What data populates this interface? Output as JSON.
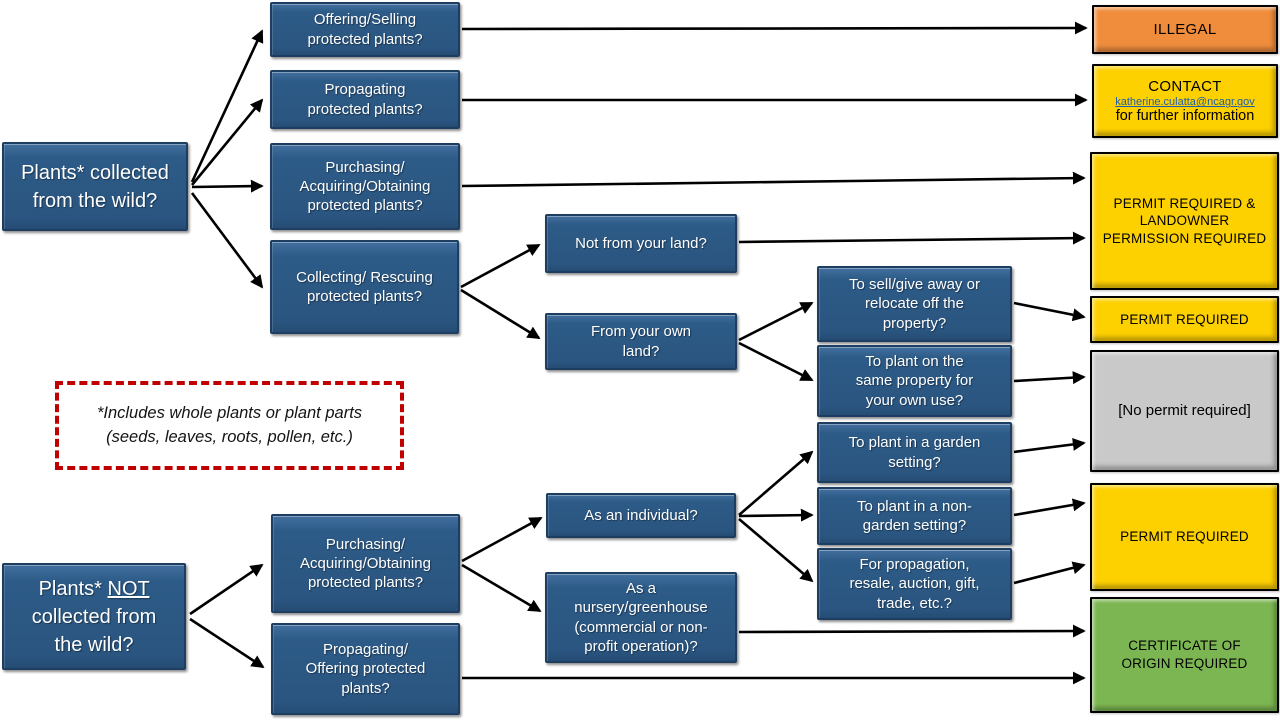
{
  "palette": {
    "node_blue": "#2d5b87",
    "node_blue_border": "#1d3e60",
    "illegal_orange": "#ef8d3c",
    "permit_yellow": "#fdd000",
    "no_permit_gray": "#c9c9c9",
    "certificate_green": "#7cb652",
    "note_red": "#c00000",
    "link_blue": "#1f5fa8",
    "arrow_black": "#000000"
  },
  "roots": {
    "collected": "Plants* collected from the wild?",
    "not_collected": {
      "prefix": "Plants*",
      "emph": "NOT",
      "suffix": "collected from the wild?"
    }
  },
  "note": {
    "line1": "*Includes whole plants or plant parts",
    "line2": "(seeds, leaves, roots, pollen, etc.)"
  },
  "questions": {
    "offering_selling": "Offering/Selling protected plants?",
    "propagating": "Propagating protected plants?",
    "purchasing_wild": "Purchasing/ Acquiring/Obtaining protected plants?",
    "collecting_rescuing": "Collecting/ Rescuing protected plants?",
    "not_from_your_land": "Not from your land?",
    "from_your_own_land": "From your own land?",
    "sell_give_away": "To sell/give away or relocate off the property?",
    "plant_same_property": "To plant on the same property for your own use?",
    "purchasing_not_wild": "Purchasing/ Acquiring/Obtaining protected plants?",
    "as_individual": "As an individual?",
    "as_nursery": "As a nursery/greenhouse (commercial or non-profit operation)?",
    "garden_setting": "To plant in a garden setting?",
    "non_garden_setting": "To plant in a non-garden setting?",
    "propagation_resale": "For propagation, resale, auction, gift, trade, etc.?",
    "propagating_offering": "Propagating/ Offering protected plants?"
  },
  "outcomes": {
    "illegal": "ILLEGAL",
    "contact": {
      "heading": "CONTACT",
      "email": "katherine.culatta@ncagr.gov",
      "sub": "for further information"
    },
    "permit_landowner": "PERMIT REQUIRED & LANDOWNER PERMISSION REQUIRED",
    "permit_required_1": "PERMIT REQUIRED",
    "no_permit": "[No permit required]",
    "permit_required_2": "PERMIT REQUIRED",
    "certificate": "CERTIFICATE OF ORIGIN REQUIRED"
  }
}
